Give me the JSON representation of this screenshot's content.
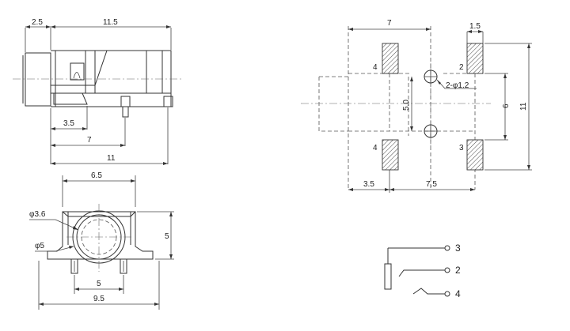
{
  "side_view": {
    "dims": {
      "front": "2.5",
      "body": "11.5",
      "pin1": "3.5",
      "pin2": "7",
      "pin3": "11"
    }
  },
  "front_view": {
    "dims": {
      "width": "6.5",
      "hole_inner": "φ3.6",
      "hole_outer": "φ5",
      "height": "5",
      "pin_spacing": "5",
      "overall": "9.5"
    }
  },
  "footprint": {
    "dims": {
      "top": "7",
      "right": "1.5",
      "hole": "2-φ1.2",
      "mid_vertical": "5.0",
      "pad_spacing": "6",
      "overall_height": "11",
      "left_bottom": "3.5",
      "right_bottom": "7.5"
    },
    "pin_labels": {
      "tl": "4",
      "tr": "2",
      "bl": "4",
      "br": "3"
    }
  },
  "schematic": {
    "pins": [
      "3",
      "2",
      "4"
    ]
  }
}
